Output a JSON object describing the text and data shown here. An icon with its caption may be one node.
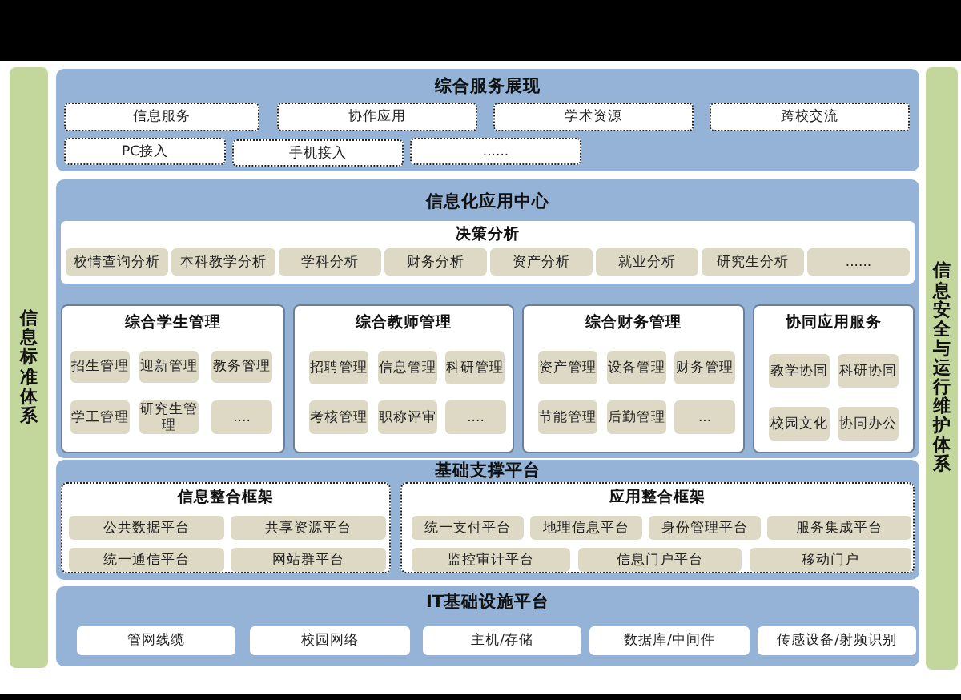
{
  "diagram": {
    "nodes": [
      {
        "text": [
          "信息标准体系"
        ]
      },
      {
        "text": [
          "综合服务展现"
        ]
      },
      {
        "text": [
          "信息服务"
        ],
        "in": 1
      },
      {
        "text": [
          "协作应用"
        ],
        "in": 1
      },
      {
        "text": [
          "学术资源"
        ],
        "in": 1
      },
      {
        "text": [
          "跨校交流"
        ],
        "in": 1
      },
      {
        "text": [
          "PC接入"
        ],
        "in": 1
      },
      {
        "text": [
          "手机接入"
        ],
        "in": 1
      },
      {
        "text": [
          "......"
        ],
        "in": 1
      },
      {
        "text": [
          "信息化应用中心"
        ]
      },
      {
        "text": [
          "决策分析"
        ],
        "in": 9
      },
      {
        "text": [
          "校情查询分析"
        ],
        "in": 10
      },
      {
        "text": [
          "本科教学分析"
        ],
        "in": 10
      },
      {
        "text": [
          "学科分析"
        ],
        "in": 10
      },
      {
        "text": [
          "财务分析"
        ],
        "in": 10
      },
      {
        "text": [
          "资产分析"
        ],
        "in": 10
      },
      {
        "text": [
          "就业分析"
        ],
        "in": 10
      },
      {
        "text": [
          "研究生分析"
        ],
        "in": 10
      },
      {
        "text": [
          "......"
        ],
        "in": 10
      },
      {
        "text": [
          "综合学生管理"
        ],
        "in": 9
      },
      {
        "text": [
          "招生管理"
        ],
        "in": 19
      },
      {
        "text": [
          "迎新管理"
        ],
        "in": 19
      },
      {
        "text": [
          "教务管理"
        ],
        "in": 19
      },
      {
        "text": [
          "学工管理"
        ],
        "in": 19
      },
      {
        "text": [
          "研究生管理"
        ],
        "in": 19
      },
      {
        "text": [
          "...."
        ],
        "in": 19
      },
      {
        "text": [
          "综合教师管理"
        ],
        "in": 9
      },
      {
        "text": [
          "招聘管理"
        ],
        "in": 26
      },
      {
        "text": [
          "信息管理"
        ],
        "in": 26
      },
      {
        "text": [
          "科研管理"
        ],
        "in": 26
      },
      {
        "text": [
          "考核管理"
        ],
        "in": 26
      },
      {
        "text": [
          "职称评审"
        ],
        "in": 26
      },
      {
        "text": [
          "...."
        ],
        "in": 26
      },
      {
        "text": [
          "综合财务管理"
        ],
        "in": 9
      },
      {
        "text": [
          "资产管理"
        ],
        "in": 33
      },
      {
        "text": [
          "设备管理"
        ],
        "in": 33
      },
      {
        "text": [
          "财务管理"
        ],
        "in": 33
      },
      {
        "text": [
          "节能管理"
        ],
        "in": 33
      },
      {
        "text": [
          "后勤管理"
        ],
        "in": 33
      },
      {
        "text": [
          "..."
        ],
        "in": 33
      },
      {
        "text": [
          "协同应用服务"
        ],
        "in": 9
      },
      {
        "text": [
          "教学协同"
        ],
        "in": 40
      },
      {
        "text": [
          "科研协同"
        ],
        "in": 40
      },
      {
        "text": [
          "校园文化"
        ],
        "in": 40
      },
      {
        "text": [
          "协同办公"
        ],
        "in": 40
      },
      {
        "text": [
          "基础支撑平台"
        ]
      },
      {
        "text": [
          "信息整合框架"
        ],
        "in": 45
      },
      {
        "text": [
          "公共数据平台"
        ],
        "in": 46
      },
      {
        "text": [
          "共享资源平台"
        ],
        "in": 46
      },
      {
        "text": [
          "统一通信平台"
        ],
        "in": 46
      },
      {
        "text": [
          "网站群平台"
        ],
        "in": 46
      },
      {
        "text": [
          "应用整合框架"
        ],
        "in": 45
      },
      {
        "text": [
          "统一支付平台"
        ],
        "in": 51
      },
      {
        "text": [
          "地理信息平台"
        ],
        "in": 51
      },
      {
        "text": [
          "身份管理平台"
        ],
        "in": 51
      },
      {
        "text": [
          "服务集成平台"
        ],
        "in": 51
      },
      {
        "text": [
          "监控审计平台"
        ],
        "in": 51
      },
      {
        "text": [
          "信息门户平台"
        ],
        "in": 51
      },
      {
        "text": [
          "移动门户"
        ],
        "in": 51
      },
      {
        "text": [
          "IT基础设施平台"
        ]
      },
      {
        "text": [
          "管网线缆"
        ],
        "in": 59
      },
      {
        "text": [
          "校园网络"
        ],
        "in": 59
      },
      {
        "text": [
          "主机/存储"
        ],
        "in": 59
      },
      {
        "text": [
          "数据库/中间件"
        ],
        "in": 59
      },
      {
        "text": [
          "传感设备/射频识别"
        ],
        "in": 59
      },
      {
        "text": [
          "信息安全与运行维护体系"
        ]
      }
    ],
    "edges": []
  }
}
